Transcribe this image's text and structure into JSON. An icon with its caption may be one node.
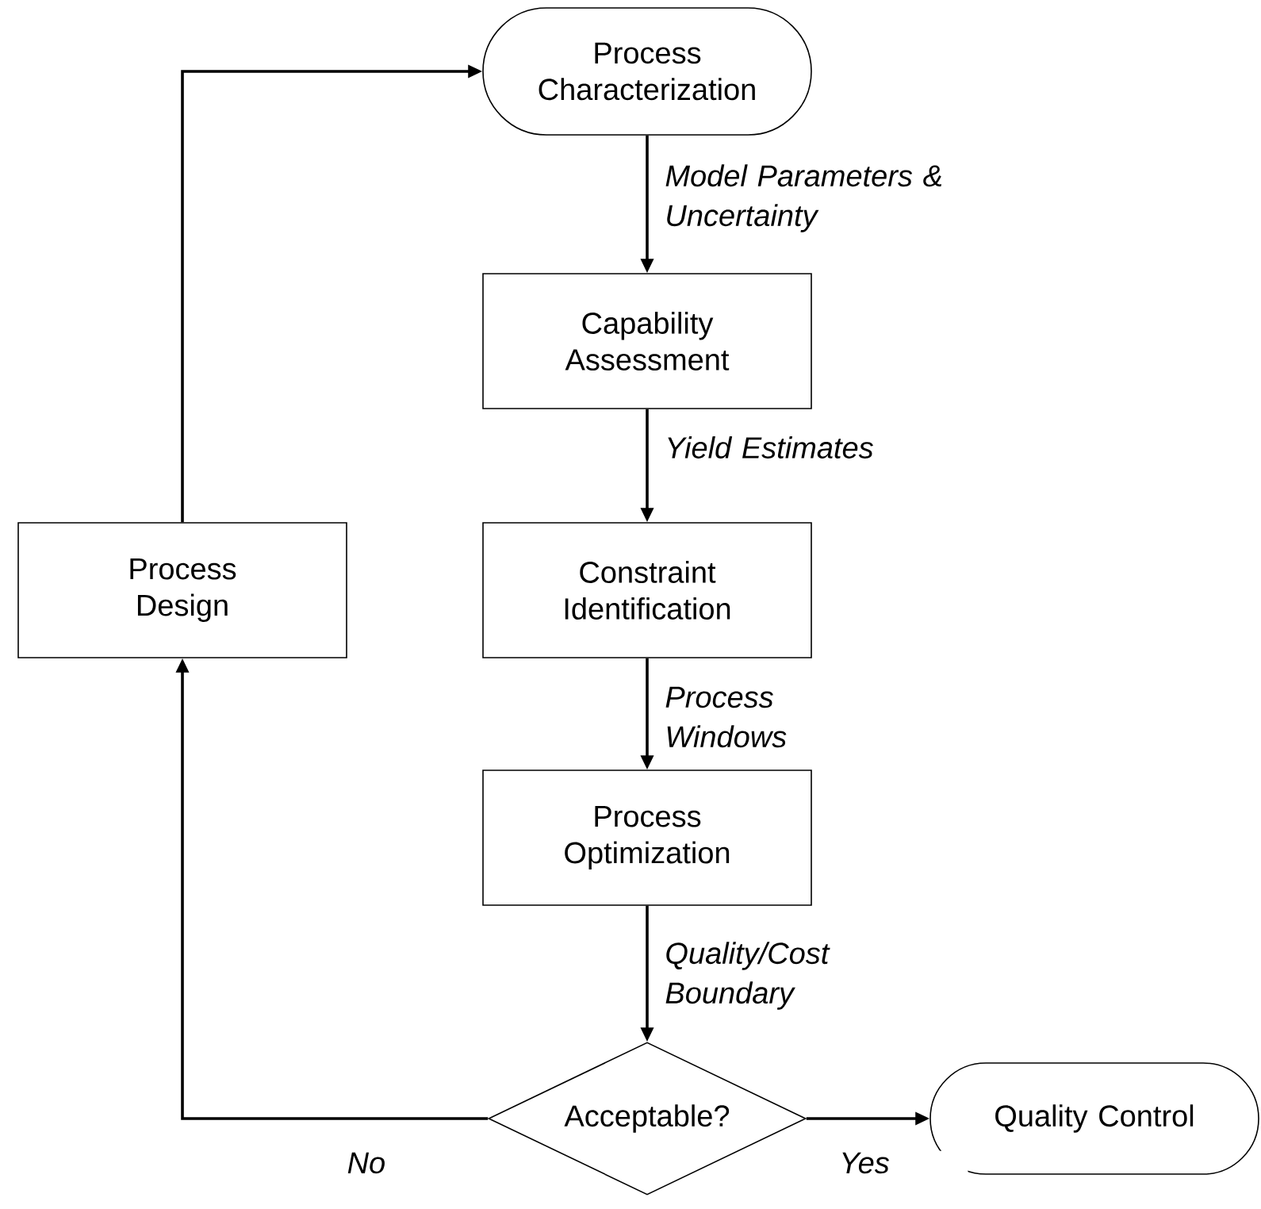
{
  "diagram": {
    "nodes": [
      {
        "text": [
          "Process Characterization"
        ]
      },
      {
        "text": [
          "Capability Assessment"
        ]
      },
      {
        "text": [
          "Constraint Identification"
        ]
      },
      {
        "text": [
          "Process Optimization"
        ]
      },
      {
        "text": [
          "Acceptable?"
        ]
      },
      {
        "text": [
          "Quality Control"
        ]
      },
      {
        "text": [
          "Process Design"
        ]
      }
    ],
    "edges": [
      {
        "from": 0,
        "to": 1,
        "arrow": "to",
        "label": "Model Parameters & Uncertainty"
      },
      {
        "from": 1,
        "to": 2,
        "arrow": "to",
        "label": "Yield Estimates"
      },
      {
        "from": 2,
        "to": 3,
        "arrow": "to",
        "label": "Process Windows"
      },
      {
        "from": 3,
        "to": 4,
        "arrow": "to",
        "label": "Quality/Cost Boundary"
      },
      {
        "from": 4,
        "to": 5,
        "arrow": "to",
        "label": "Yes"
      },
      {
        "from": 4,
        "to": 6,
        "arrow": "to",
        "label": "No"
      },
      {
        "from": 6,
        "to": 0,
        "arrow": "to"
      }
    ]
  }
}
